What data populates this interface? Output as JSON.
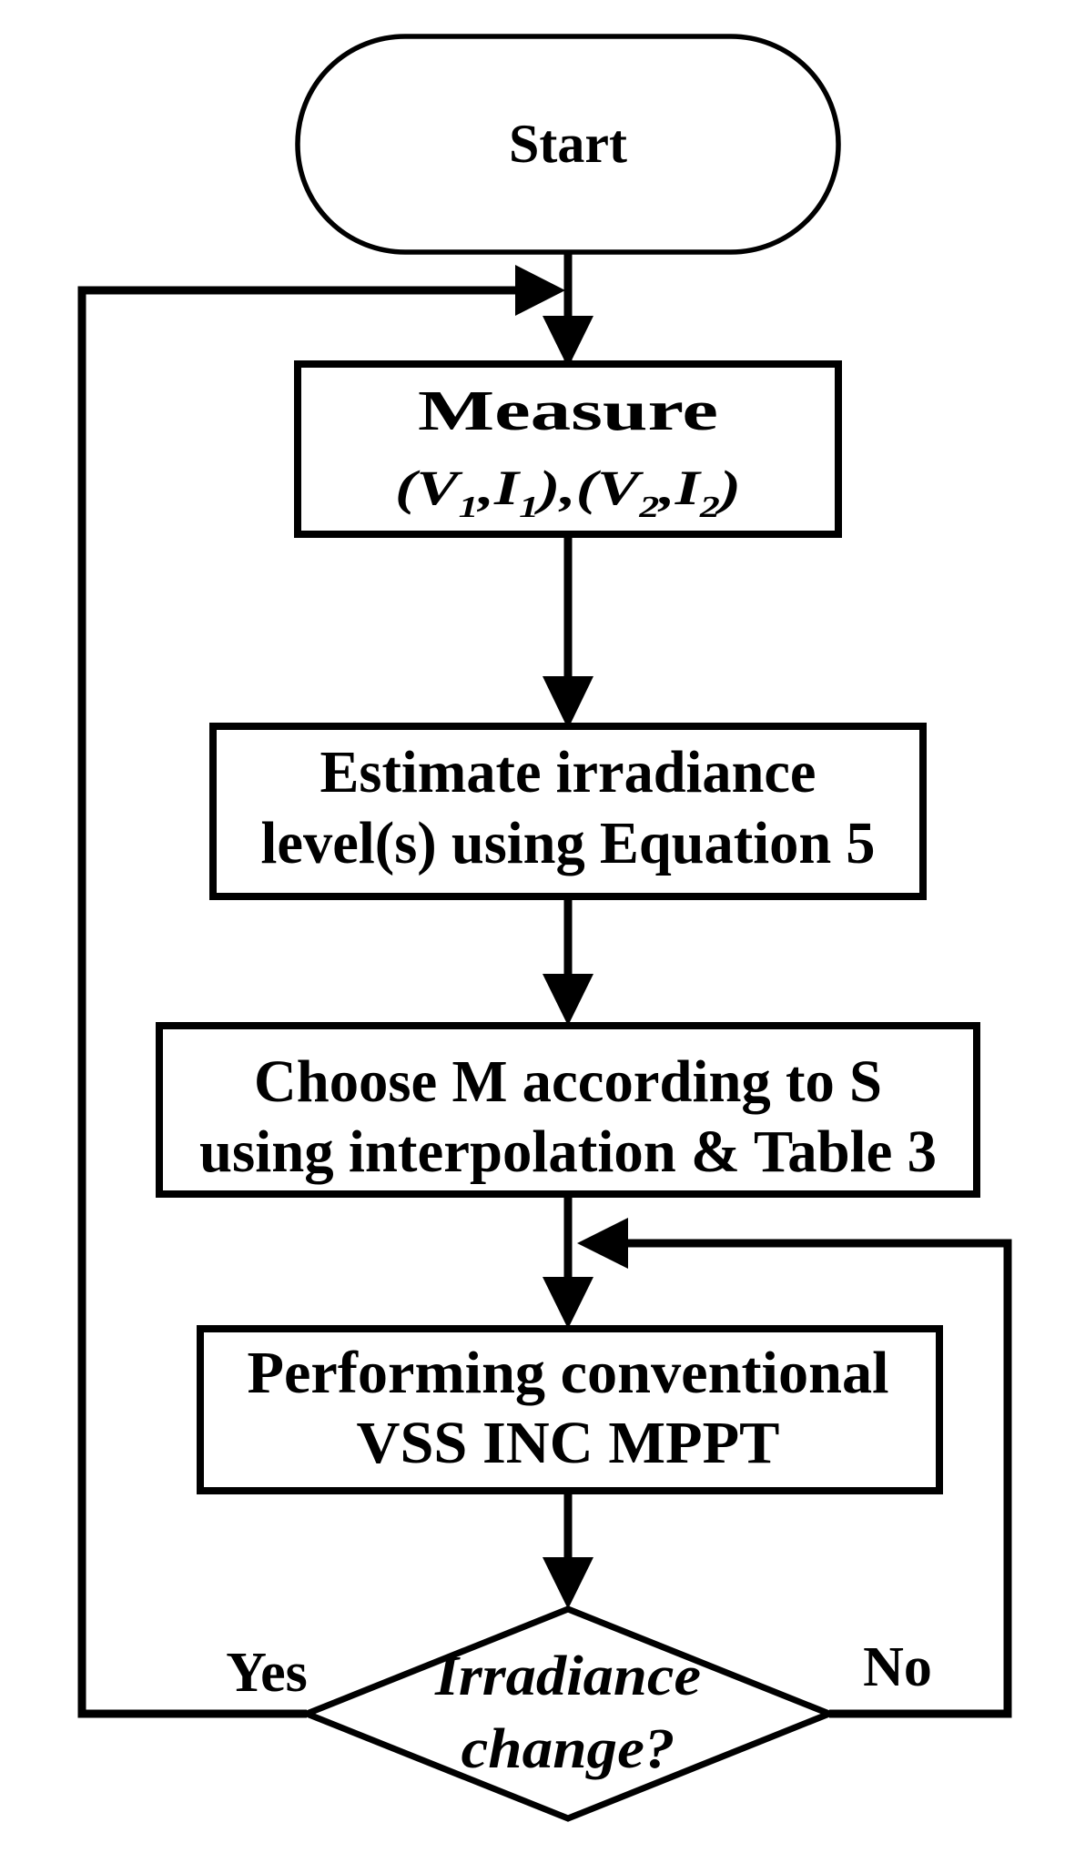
{
  "figure": {
    "type": "flowchart",
    "background_color": "#ffffff",
    "ink_color": "#000000"
  },
  "nodes": {
    "start": {
      "shape": "stadium",
      "label": "Start"
    },
    "measure": {
      "shape": "rect",
      "line1": "Measure",
      "formula": {
        "p1": "(V",
        "s1": "1",
        "p2": ",I",
        "s2": "1",
        "p3": "),(V",
        "s3": "2",
        "p4": ",I",
        "s4": "2",
        "p5": ")"
      }
    },
    "estimate": {
      "shape": "rect",
      "line1": "Estimate irradiance",
      "line2": "level(s) using Equation 5"
    },
    "choose": {
      "shape": "rect",
      "line1": "Choose M according to S",
      "line2": "using interpolation & Table 3"
    },
    "perform": {
      "shape": "rect",
      "line1": "Performing conventional",
      "line2": "VSS INC MPPT"
    },
    "decision": {
      "shape": "diamond",
      "line1": "Irradiance",
      "line2": "change?"
    }
  },
  "edges": {
    "yes_label": "Yes",
    "no_label": "No"
  }
}
